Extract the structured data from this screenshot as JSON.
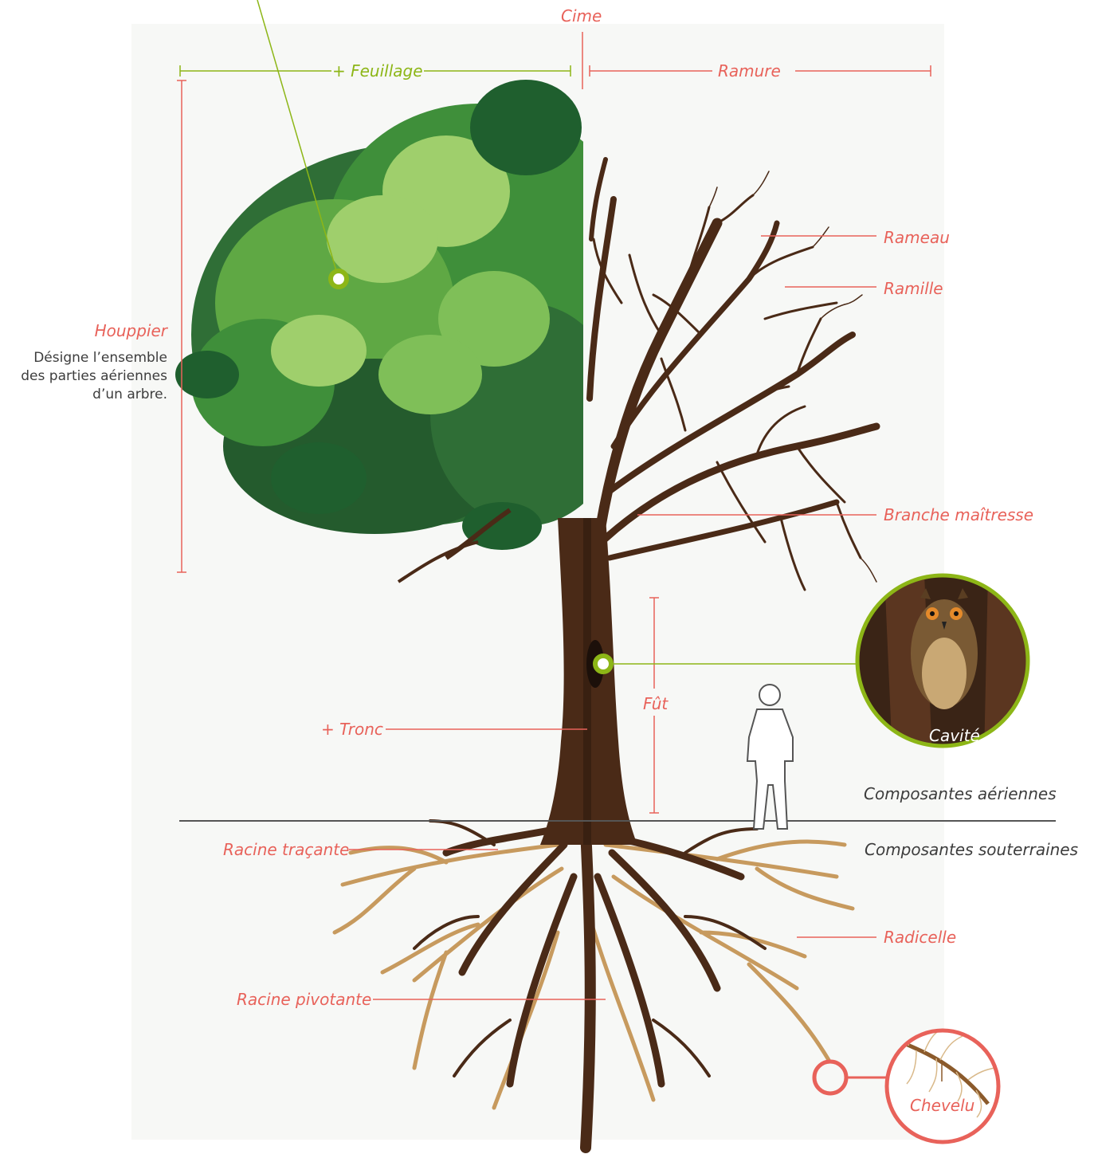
{
  "colors": {
    "label_red": "#e8625a",
    "label_green": "#8db617",
    "text_gray": "#3d3d3d",
    "trunk_brown": "#4a2a17",
    "root_light": "#c79a5e",
    "leaf_dark": "#1f5f2e",
    "leaf_mid": "#3f8f3a",
    "leaf_light": "#9fcf6c",
    "ground_line": "#555555"
  },
  "labels": {
    "cime": "Cime",
    "feuillage": "+ Feuillage",
    "ramure": "Ramure",
    "rameau": "Rameau",
    "ramille": "Ramille",
    "houppier": "Houppier",
    "houppier_desc": [
      "Désigne l’ensemble",
      "des parties aériennes",
      "d’un arbre."
    ],
    "branche_maitresse": "Branche maîtresse",
    "fut": "Fût",
    "tronc": "+ Tronc",
    "cavite": "Cavité",
    "aeriennes": "Composantes aériennes",
    "souterraines": "Composantes souterraines",
    "racine_tracante": "Racine traçante",
    "radicelle": "Radicelle",
    "racine_pivotante": "Racine pivotante",
    "chevelu": "Chevelu"
  },
  "icons": [
    "tree-illustration",
    "owl-icon",
    "human-silhouette-icon",
    "chevelu-magnifier-icon"
  ]
}
